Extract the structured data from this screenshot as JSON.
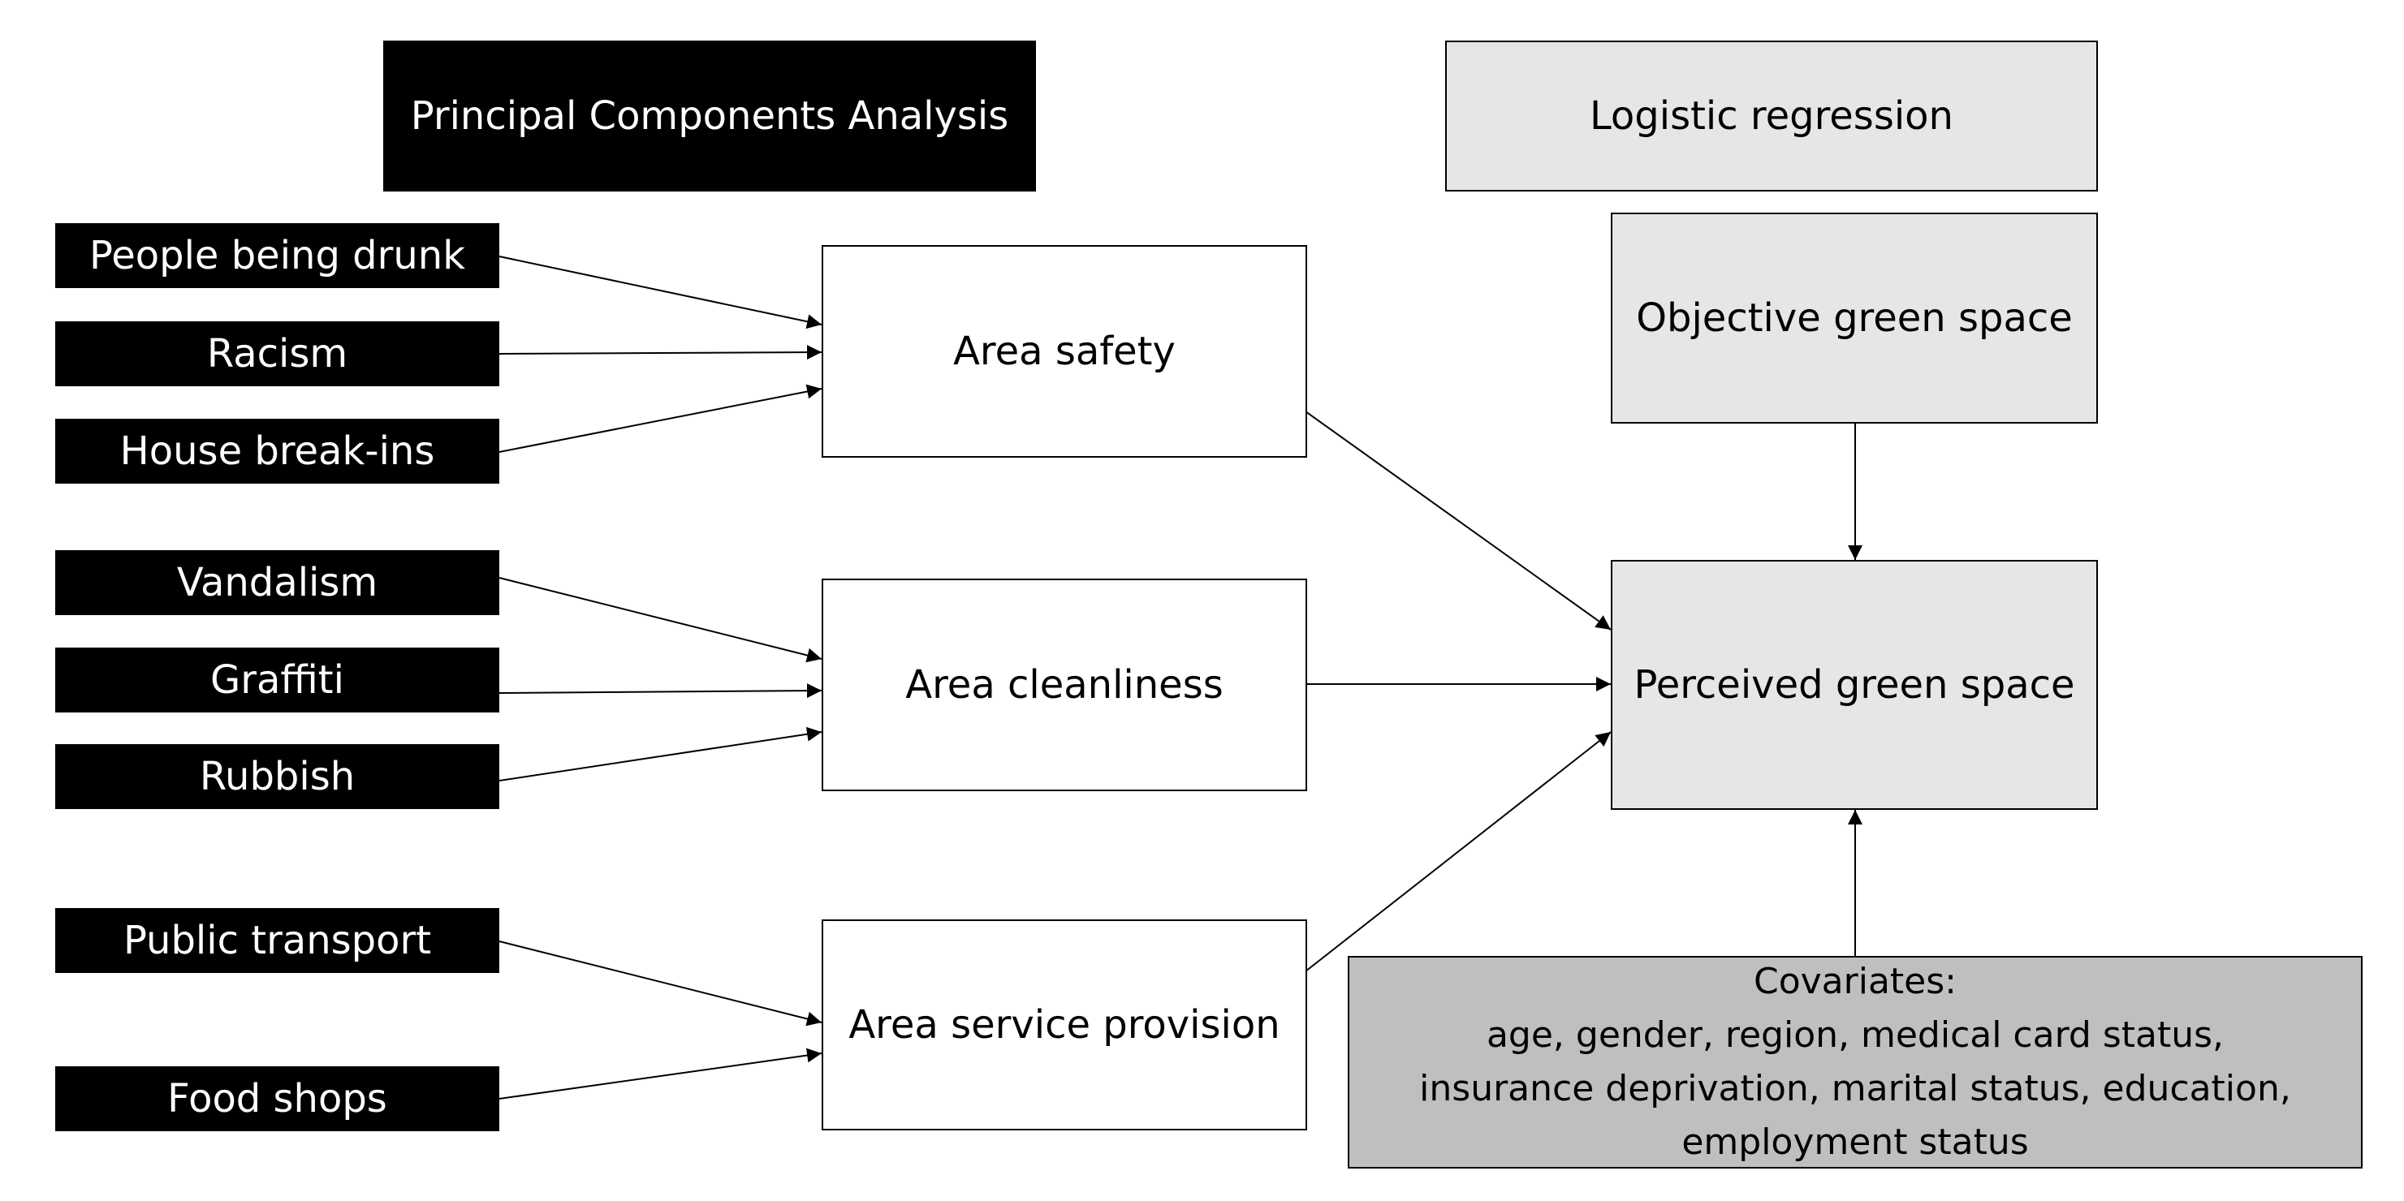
{
  "headers": {
    "pca": "Principal Components Analysis",
    "logistic": "Logistic regression"
  },
  "items": {
    "drunk": "People being drunk",
    "racism": "Racism",
    "breakins": "House break-ins",
    "vandalism": "Vandalism",
    "graffiti": "Graffiti",
    "rubbish": "Rubbish",
    "transport": "Public transport",
    "food": "Food shops"
  },
  "components": {
    "safety": "Area safety",
    "cleanliness": "Area cleanliness",
    "service": "Area service provision"
  },
  "outcome": {
    "objective": "Objective green space",
    "perceived": "Perceived green space"
  },
  "covariates": {
    "title": "Covariates:",
    "line1": "age, gender, region, medical card status,",
    "line2": "insurance deprivation, marital status, education,",
    "line3": "employment status"
  },
  "colors": {
    "black_box": "#000000",
    "light_box": "#e6e6e6",
    "covariate_box": "#bfbfbf"
  }
}
